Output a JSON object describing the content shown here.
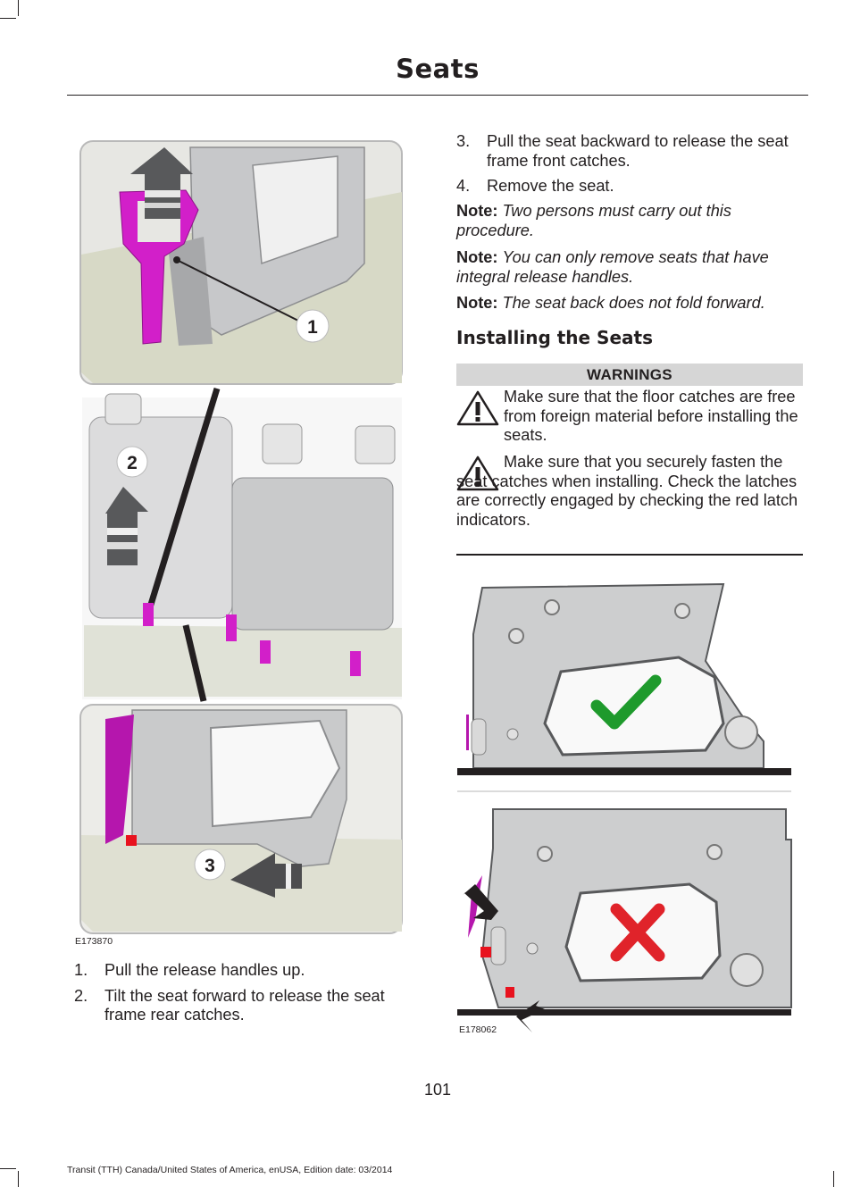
{
  "header": {
    "title": "Seats"
  },
  "left_figure": {
    "code": "E173870",
    "callouts": [
      "1",
      "2",
      "3"
    ]
  },
  "left_steps": [
    {
      "num": "1.",
      "text": "Pull the release handles up."
    },
    {
      "num": "2.",
      "text": "Tilt the seat forward to release the seat frame rear catches."
    }
  ],
  "right_steps": [
    {
      "num": "3.",
      "text": "Pull the seat backward to release the seat frame front catches."
    },
    {
      "num": "4.",
      "text": "Remove the seat."
    }
  ],
  "notes": [
    {
      "label": "Note:",
      "text": "Two persons must carry out this procedure."
    },
    {
      "label": "Note:",
      "text": "You can only remove seats that have integral release handles."
    },
    {
      "label": "Note:",
      "text": "The seat back does not fold forward."
    }
  ],
  "installing": {
    "heading": "Installing the Seats",
    "warnings_label": "WARNINGS",
    "warnings": [
      "Make sure that the floor catches are free from foreign material before installing the seats.",
      "Make sure that you securely fasten the seat catches when installing. Check the latches are correctly engaged by checking the red latch indicators."
    ]
  },
  "right_figure": {
    "code": "E178062"
  },
  "page_number": "101",
  "footer": "Transit (TTH) Canada/United States of America, enUSA, Edition date: 03/2014",
  "colors": {
    "handle": "#d21fc9",
    "check": "#1e9a2c",
    "cross": "#e0232a",
    "latch": "#e8121e"
  }
}
